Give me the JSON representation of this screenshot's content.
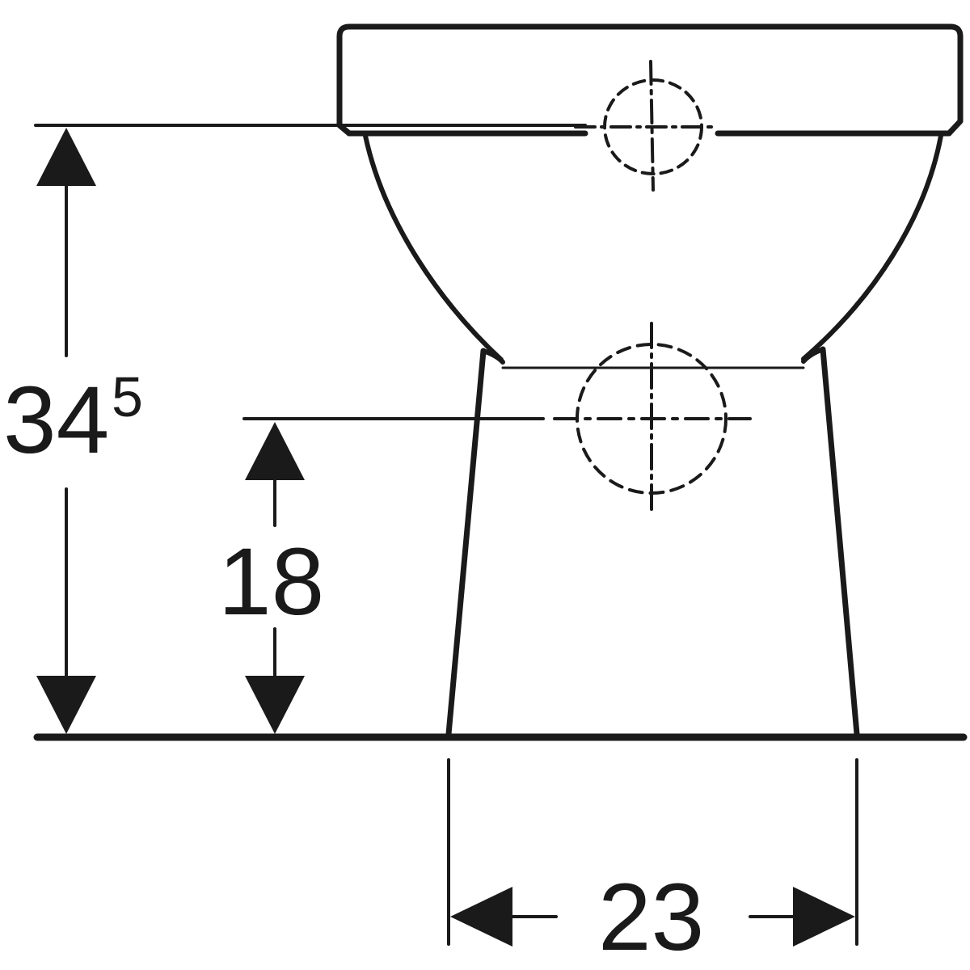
{
  "dimensions": {
    "total_height": {
      "value": "34",
      "superscript": "5"
    },
    "outlet_height": {
      "value": "18"
    },
    "foot_width": {
      "value": "23"
    }
  },
  "colors": {
    "line": "#1a1a1a",
    "background": "#ffffff"
  },
  "icons": [
    "arrow-up-icon",
    "arrow-down-icon",
    "arrow-left-icon",
    "arrow-right-icon"
  ]
}
